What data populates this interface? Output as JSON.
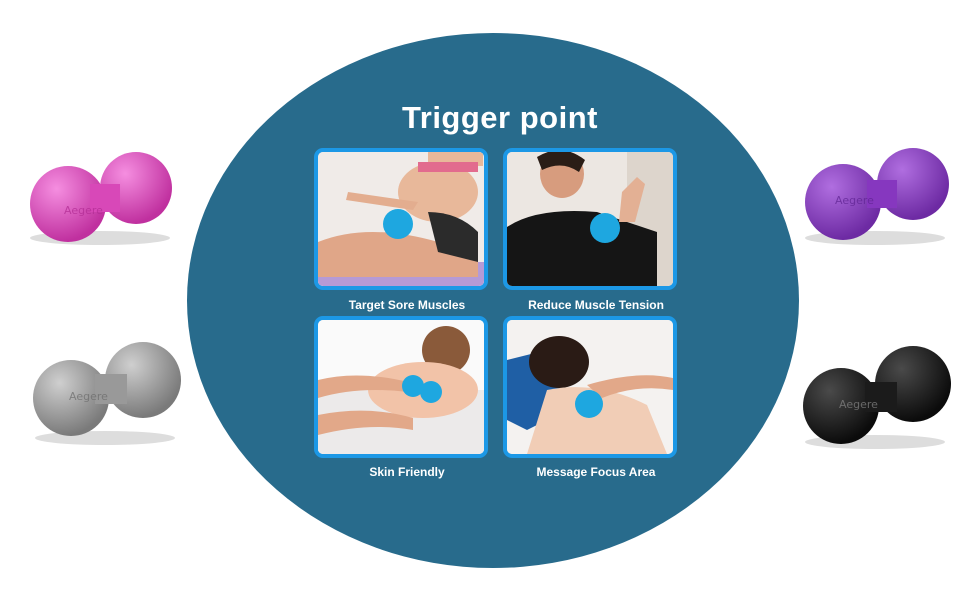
{
  "title": "Trigger point",
  "panels": [
    {
      "caption": "Target Sore Muscles",
      "icon": "sitting-woman-massage-photo"
    },
    {
      "caption": "Reduce Muscle Tension",
      "icon": "shoulder-massage-photo"
    },
    {
      "caption": "Skin Friendly",
      "icon": "baby-back-massage-photo"
    },
    {
      "caption": "Message Focus Area",
      "icon": "neck-massage-photo"
    }
  ],
  "brand_mark": "Aegere",
  "products": [
    {
      "color": "#e34fc7",
      "name": "pink-peanut-ball"
    },
    {
      "color": "#8f3fc9",
      "name": "purple-peanut-ball"
    },
    {
      "color": "#9a9a9a",
      "name": "gray-peanut-ball"
    },
    {
      "color": "#1d1d1f",
      "name": "black-peanut-ball"
    }
  ],
  "colors": {
    "circle": "#286b8c",
    "frame": "#1c98e6",
    "ball_accent": "#1ea7e0"
  }
}
